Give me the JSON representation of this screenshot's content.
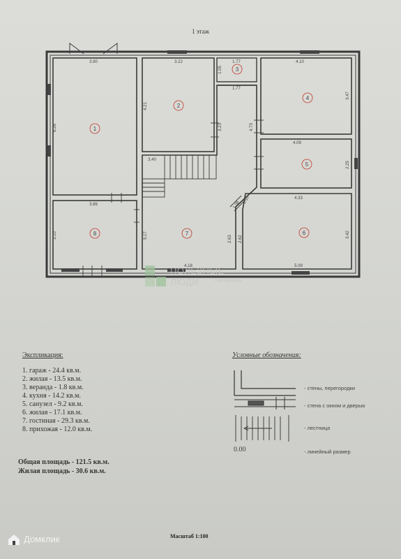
{
  "floor_title": "1 этаж",
  "dimensions": {
    "d390": "3.90",
    "d322": "3.22",
    "d105": "1.05",
    "d177a": "1.77",
    "d177b": "1.77",
    "d410": "4.10",
    "d626": "6.26",
    "d421": "4.21",
    "d323": "3.23",
    "d473": "4.73",
    "d347": "3.47",
    "d409": "4.09",
    "d225": "2.25",
    "d340": "3.40",
    "d386": "3.86",
    "d138": "1.38",
    "d110": "1.10",
    "d433": "4.33",
    "d310": "3.10",
    "d517": "5.17",
    "d263": "2.63",
    "d262": "2.62",
    "d342": "3.42",
    "d418": "4.18",
    "d509": "5.09"
  },
  "rooms": [
    "1",
    "2",
    "3",
    "4",
    "5",
    "6",
    "7",
    "8"
  ],
  "explication": {
    "title": "Экспликация:",
    "items": [
      "1. гараж - 24.4 кв.м.",
      "2. жилая - 13.5 кв.м.",
      "3. веранда - 1.8 кв.м.",
      "4. кухня - 14.2 кв.м.",
      "5. санузел - 9.2 кв.м.",
      "6. жилая - 17.1 кв.м.",
      "7. гостиная - 29.3 кв.м.",
      "8. прихожая - 12.0 кв.м."
    ]
  },
  "totals": {
    "total": "Общая площадь - 121.5 кв.м.",
    "living": "Жилая площадь - 30.6 кв.м."
  },
  "legend": {
    "title": "Условные обозначения:",
    "walls": "- стены, перегородки",
    "window_door": "- стена с окном и дверью",
    "stairs": "- лестница",
    "dimension": "- линейный размер",
    "zero": "0.00"
  },
  "scale": "Масштаб 1:100",
  "watermark": {
    "line1": "ПОЛЕЗНЫЕ",
    "line2": "ЛЮДИ",
    "line3": "Союз риэлторов"
  },
  "brand": "Домклик",
  "colors": {
    "accent_room_marker": "#c0392b",
    "watermark_green": "#8fbf8a"
  }
}
